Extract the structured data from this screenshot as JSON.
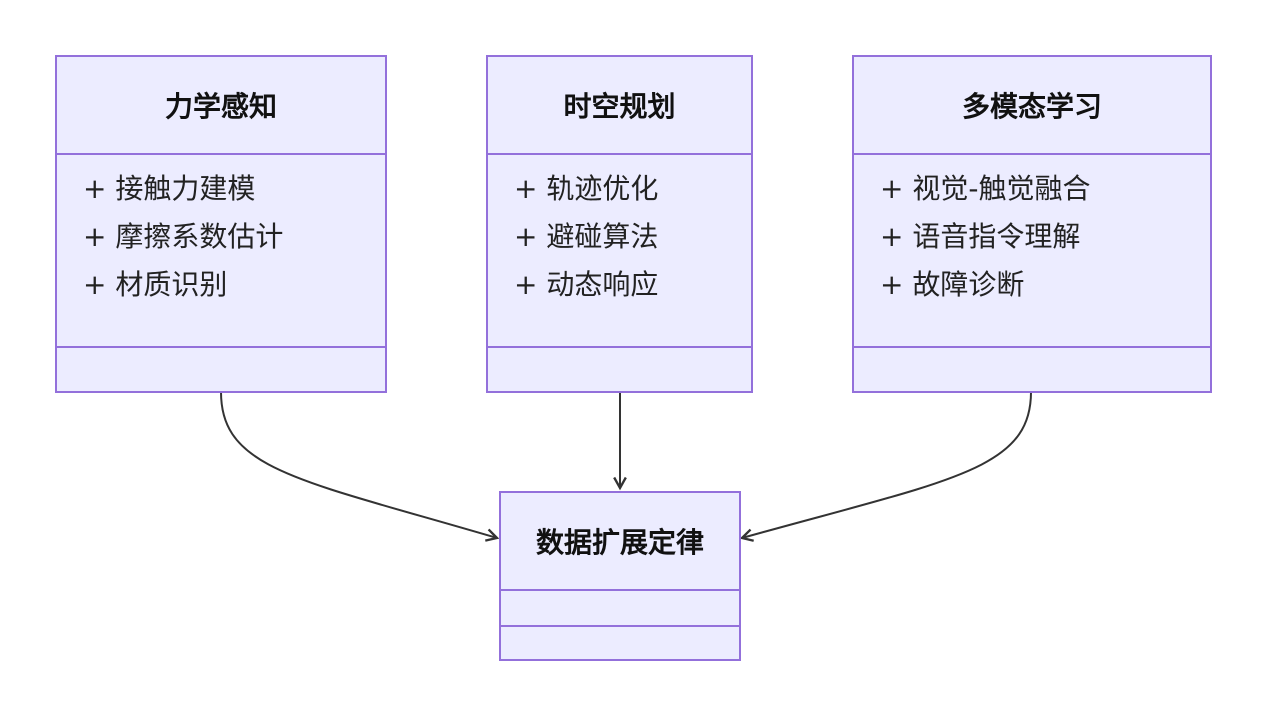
{
  "classes": [
    {
      "title": "力学感知",
      "attrs": [
        "+ 接触力建模",
        "+ 摩擦系数估计",
        "+ 材质识别"
      ]
    },
    {
      "title": "时空规划",
      "attrs": [
        "+ 轨迹优化",
        "+ 避碰算法",
        "+ 动态响应"
      ]
    },
    {
      "title": "多模态学习",
      "attrs": [
        "+ 视觉-触觉融合",
        "+ 语音指令理解",
        "+ 故障诊断"
      ]
    }
  ],
  "target": {
    "title": "数据扩展定律"
  },
  "colors": {
    "fill": "#ECECFF",
    "border": "#9370DB",
    "edge": "#333333"
  }
}
